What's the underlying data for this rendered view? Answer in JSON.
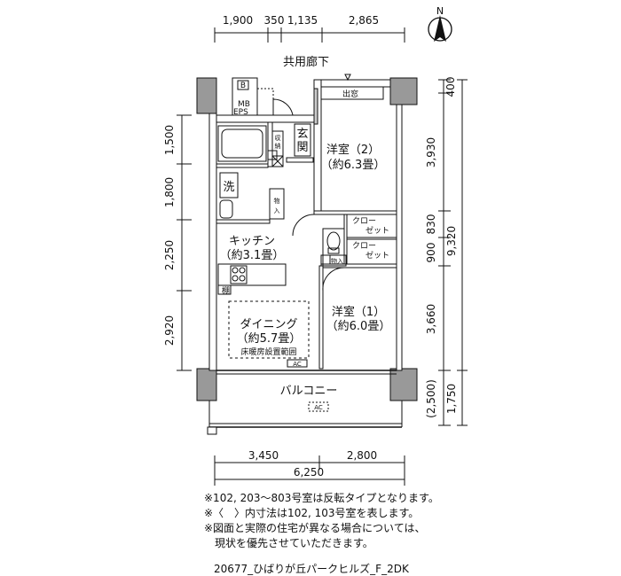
{
  "north_label": "N",
  "corridor_label": "共用廊下",
  "balcony_label": "バルコニー",
  "top_dims": [
    "1,900",
    "350",
    "1,135",
    "2,865"
  ],
  "bottom_dims": [
    "3,450",
    "2,800"
  ],
  "bottom_total": "6,250",
  "left_dims": [
    "1,500",
    "1,800",
    "2,250",
    "2,920"
  ],
  "right_dims": [
    "400",
    "3,930",
    "830",
    "900",
    "3,660"
  ],
  "right_total": "9,320",
  "balcony_dims": [
    "(2,500)",
    "1,750"
  ],
  "rooms": {
    "bedroom2_name": "洋室（2）",
    "bedroom2_size": "（約6.3畳）",
    "bedroom1_name": "洋室（1）",
    "bedroom1_size": "（約6.0畳）",
    "kitchen_name": "キッチン",
    "kitchen_size": "（約3.1畳）",
    "dining_name": "ダイニング",
    "dining_size": "（約5.7畳）",
    "floor_heating": "床暖房設置範囲",
    "entrance": "玄関",
    "bay_window": "出窓",
    "wash": "洗",
    "storage_a": "収納",
    "storage_b": "物入",
    "storage_c": "物入",
    "closet1": "クロー\nゼット",
    "closet2": "クロー\nゼット",
    "mb_eps": "MB\nEPS",
    "mb_b": "B",
    "shelf": "棚",
    "ac": "AC"
  },
  "notes": [
    "※102, 203～803号室は反転タイプとなります。",
    "※〈　〉内寸法は102, 103号室を表します。",
    "※図面と実際の住宅が異なる場合については、",
    "　現状を優先させていただきます。"
  ],
  "footer": "20677_ひばりが丘パークヒルズ_F_2DK"
}
